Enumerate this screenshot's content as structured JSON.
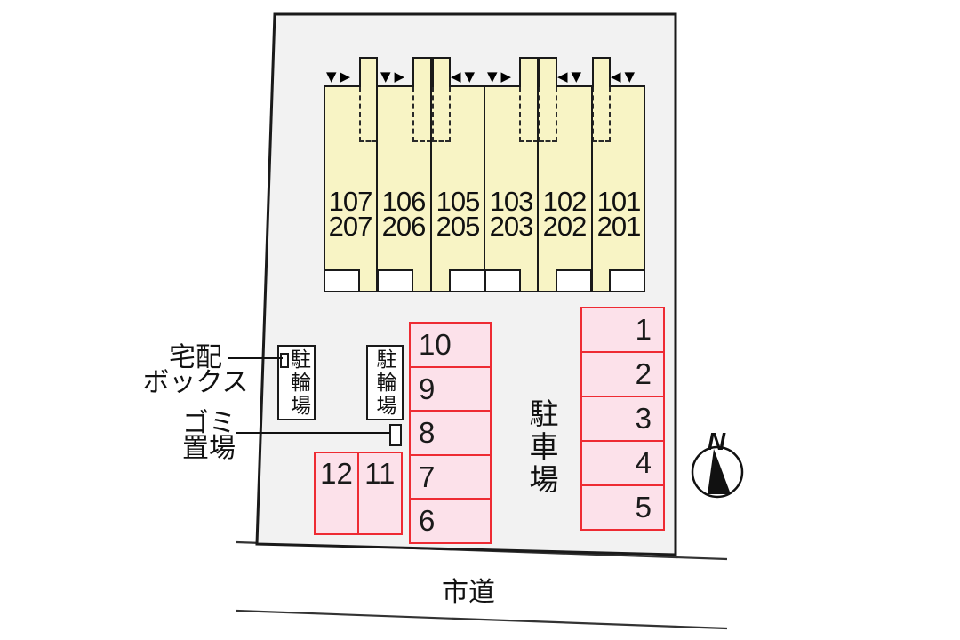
{
  "building": {
    "units": [
      {
        "line1": "107",
        "line2": "207"
      },
      {
        "line1": "106",
        "line2": "206"
      },
      {
        "line1": "105",
        "line2": "205"
      },
      {
        "line1": "103",
        "line2": "203"
      },
      {
        "line1": "102",
        "line2": "202"
      },
      {
        "line1": "101",
        "line2": "201"
      }
    ]
  },
  "parking": {
    "lot_label": "駐車場",
    "right_column": [
      "1",
      "2",
      "3",
      "4",
      "5"
    ],
    "center_column": [
      "10",
      "9",
      "8",
      "7",
      "6"
    ],
    "bottom_row": [
      "12",
      "11"
    ]
  },
  "facilities": {
    "bike_parking_1": "駐輪場",
    "bike_parking_2": "駐輪場",
    "delivery_box_line1": "宅配",
    "delivery_box_line2": "ボックス",
    "garbage_line1": "ゴミ",
    "garbage_line2": "置場"
  },
  "road": {
    "label": "市道"
  },
  "compass": {
    "north": "N"
  },
  "glyphs": {
    "arrow_down": "▼",
    "arrow_right": "▶",
    "arrow_left": "◀"
  },
  "colors": {
    "background": "#ffffff",
    "site_fill": "#f2f2f2",
    "building_fill": "#f8f4c5",
    "parking_fill": "#fce1ea",
    "parking_border": "#ee2b33",
    "line": "#1a1a1a"
  }
}
